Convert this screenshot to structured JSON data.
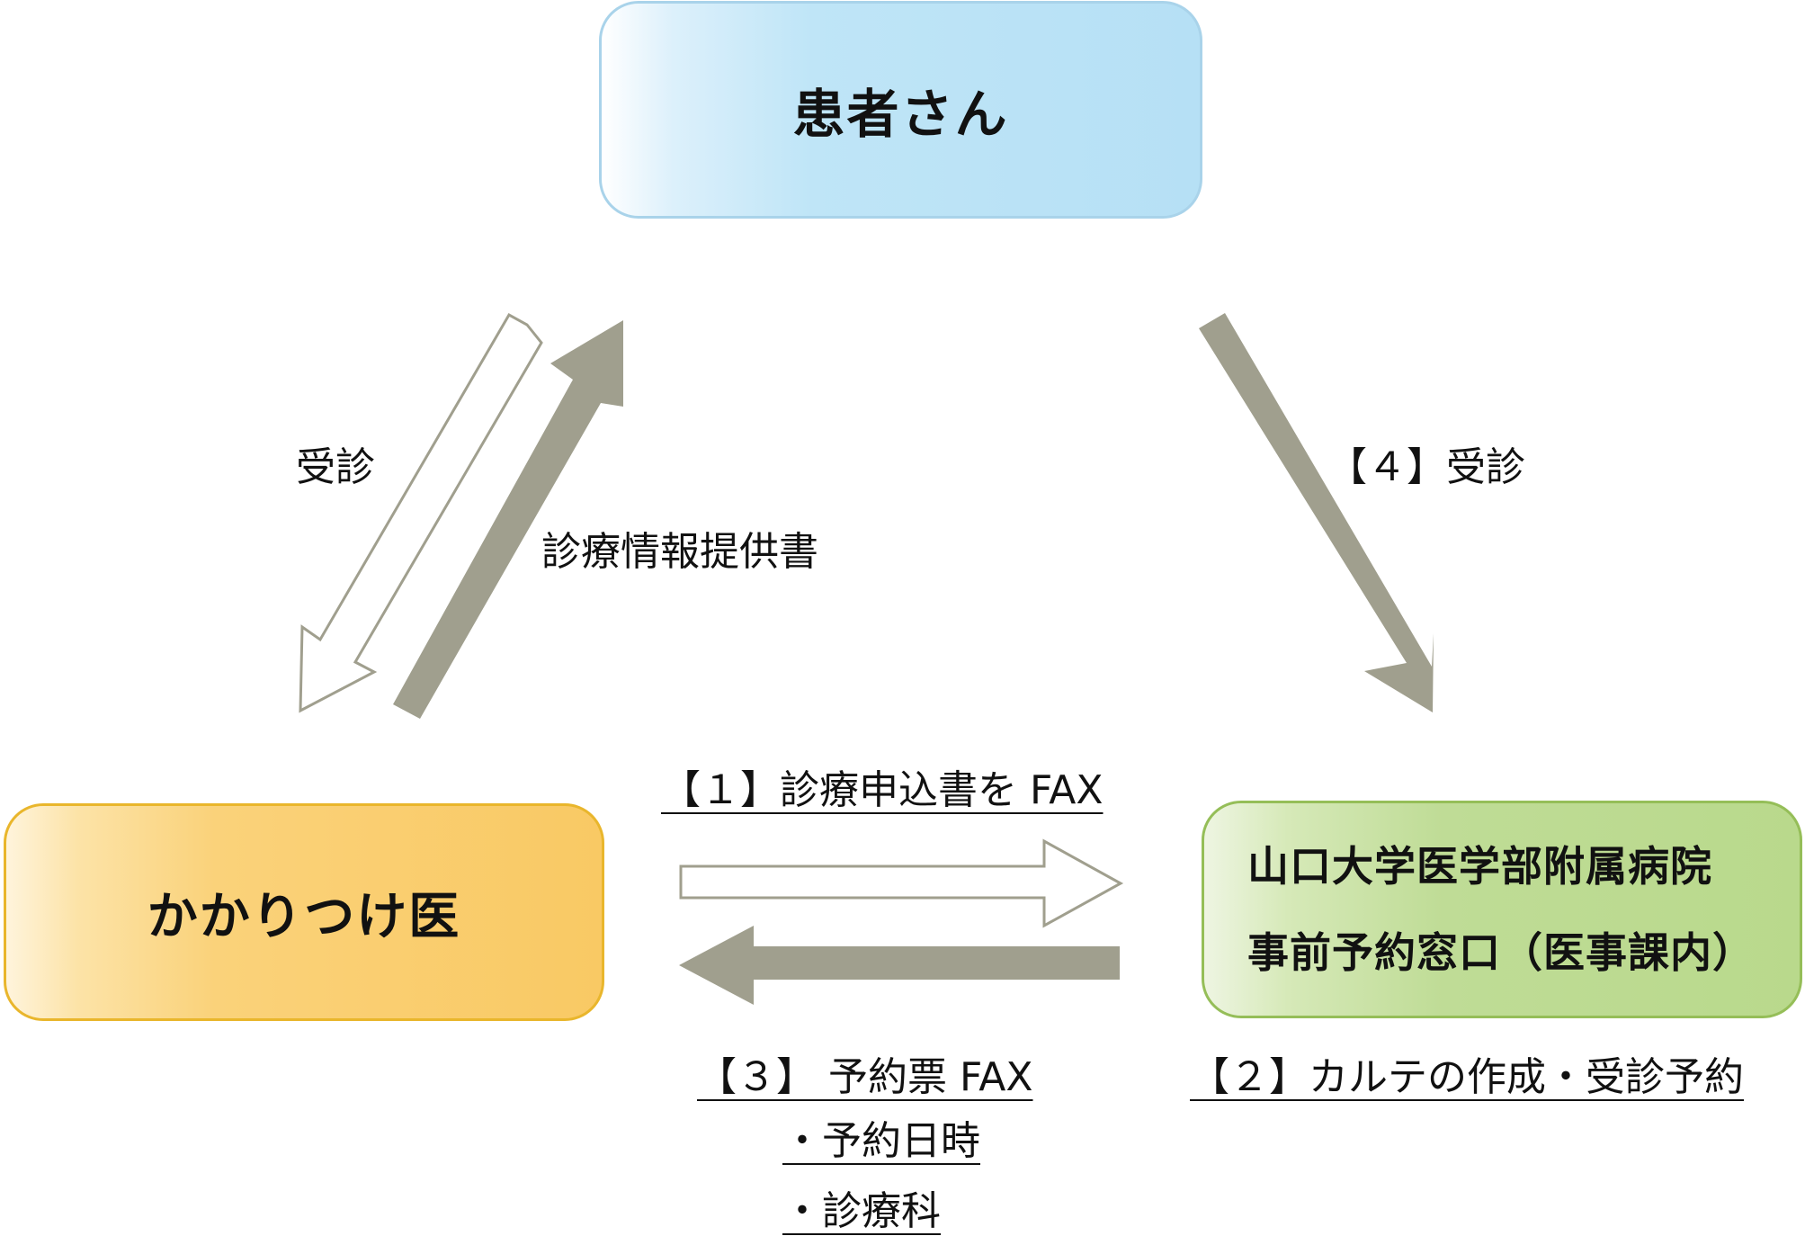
{
  "nodes": {
    "patient": "患者さん",
    "doctor": "かかりつけ医",
    "hospital_line1": "山口大学医学部附属病院",
    "hospital_line2": "事前予約窓口（医事課内）"
  },
  "labels": {
    "visit_left": "受診",
    "referral_letter": "診療情報提供書",
    "step4_visit": "【４】受診",
    "step1_fax": "【１】診療申込書を FAX",
    "step3_fax": "【３】 予約票 FAX",
    "step3_date": "・予約日時",
    "step3_dept": "・診療科",
    "step2_chart": "【２】カルテの作成・受診予約"
  },
  "colors": {
    "solid_arrow": "#a09f8e",
    "outline_arrow": "#a09f8e"
  }
}
